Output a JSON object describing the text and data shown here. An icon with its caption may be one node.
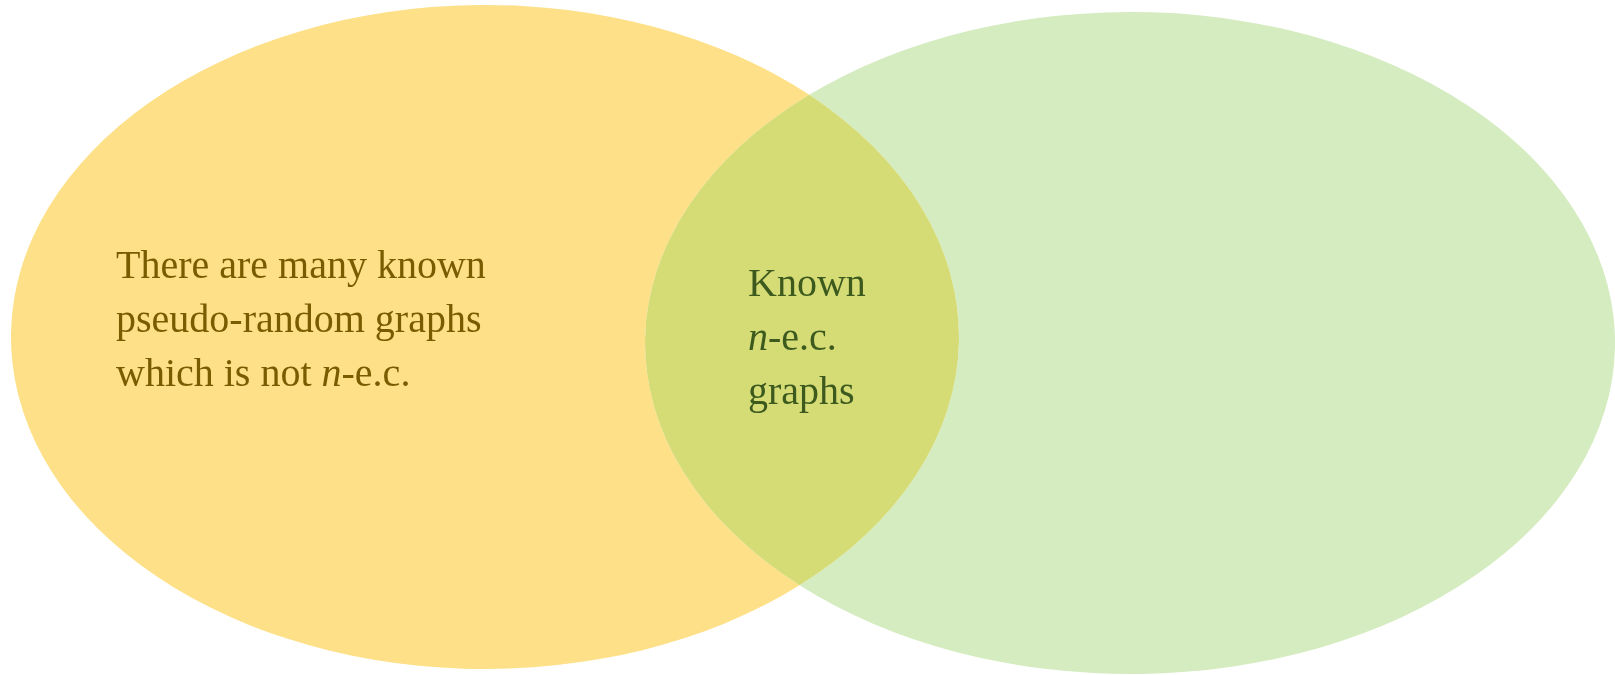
{
  "diagram": {
    "nodes": [
      {
        "text": [
          "There are many known pseudo-random graphs which is not *n*-e.c."
        ]
      },
      {
        "text": [],
        "shape": "ellipse"
      },
      {
        "text": [
          "Known *n*-e.c. graphs"
        ]
      }
    ]
  }
}
